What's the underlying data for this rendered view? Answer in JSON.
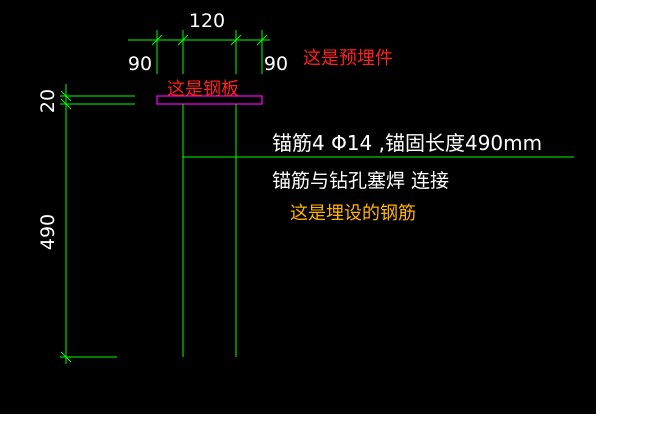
{
  "dimensions": {
    "top_width": "120",
    "left_margin": "90",
    "right_margin": "90",
    "plate_thickness": "20",
    "bar_length": "490"
  },
  "notes": {
    "bar_spec": "锚筋4 Φ14 ,锚固长度490mm",
    "weld_note": "锚筋与钻孔塞焊 连接"
  },
  "annotations": {
    "embedded_part": "这是预埋件",
    "steel_plate": "这是钢板",
    "anchor_bars": "这是埋设的钢筋"
  },
  "colors": {
    "background": "#000000",
    "dimension_lines": "#00ff00",
    "text_white": "#ffffff",
    "plate": "#ff00ff",
    "label_red": "#ff2020",
    "label_orange": "#ffb400"
  }
}
